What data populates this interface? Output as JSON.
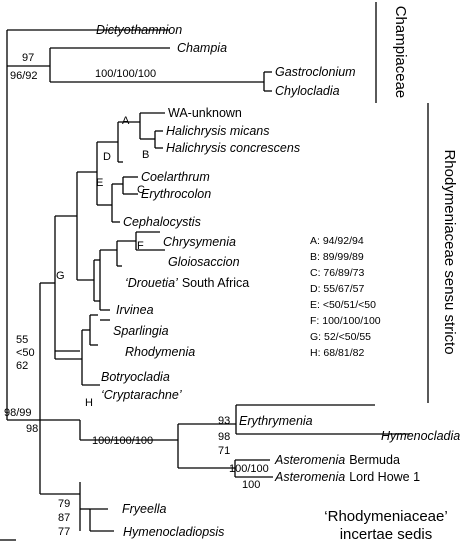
{
  "taxa": {
    "dictyothamnion": "Dictyothamnion",
    "champia": "Champia",
    "gastroclonium": "Gastroclonium",
    "chylocladia": "Chylocladia",
    "wa_unknown": "WA-unknown",
    "halichrysis_micans": "Halichrysis micans",
    "halichrysis_concrescens": "Halichrysis concrescens",
    "coelarthrum": "Coelarthrum",
    "erythrocolon": "Erythrocolon",
    "cephalocystis": "Cephalocystis",
    "chrysymenia": "Chrysymenia",
    "gloiosaccion": "Gloiosaccion",
    "drouetia": "‘Drouetia’",
    "drouetia_locality": "South Africa",
    "irvinea": "Irvinea",
    "sparlingia": "Sparlingia",
    "rhodymenia": "Rhodymenia",
    "botryocladia": "Botryocladia",
    "cryptarachne": "‘Cryptarachne’",
    "erythrymenia": "Erythrymenia",
    "hymenocladia": "Hymenocladia",
    "asteromenia_1": "Asteromenia",
    "asteromenia_1_locality": "Bermuda",
    "asteromenia_2": "Asteromenia",
    "asteromenia_2_locality": "Lord Howe 1",
    "fryeella": "Fryeella",
    "hymenocladiopsis": "Hymenocladiopsis"
  },
  "support": {
    "champia_97": "97",
    "champia_96_92": "96/92",
    "gastro_100": "100/100/100",
    "root_98_99": "98/99",
    "root_98": "98",
    "mid_55": "55",
    "mid_lt50": "<50",
    "mid_62": "62",
    "lower_100": "100/100/100",
    "ery_93": "93",
    "ery_98": "98",
    "ery_71": "71",
    "ast_100_100": "100/100",
    "ast_100": "100",
    "fry_79": "79",
    "fry_87": "87",
    "fry_77": "77"
  },
  "node_letters": {
    "a": "A",
    "b": "B",
    "c": "C",
    "d": "D",
    "e": "E",
    "f": "F",
    "g": "G",
    "h": "H"
  },
  "legend": [
    "A: 94/92/94",
    "B: 89/99/89",
    "C: 76/89/73",
    "D: 55/67/57",
    "E: <50/51/<50",
    "F: 100/100/100",
    "G: 52/<50/55",
    "H: 68/81/82"
  ],
  "families": {
    "champiaceae": "Champiaceae",
    "rhodymeniaceae": "Rhodymeniaceae sensu stricto",
    "incertae_line1": "‘Rhodymeniaceae’",
    "incertae_line2": "incertae sedis"
  }
}
